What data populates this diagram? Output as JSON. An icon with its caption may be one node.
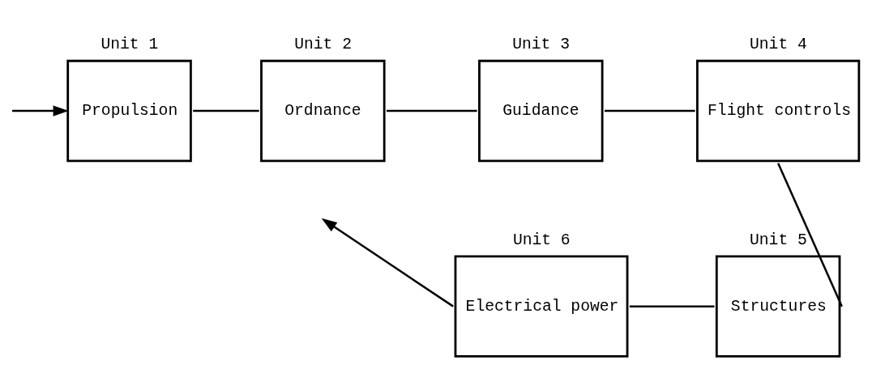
{
  "diagram": {
    "nodes": [
      {
        "text": [
          "Propulsion"
        ],
        "beside": [
          "Unit 1"
        ]
      },
      {
        "text": [
          "Ordnance"
        ],
        "beside": [
          "Unit 2"
        ]
      },
      {
        "text": [
          "Guidance"
        ],
        "beside": [
          "Unit 3"
        ]
      },
      {
        "text": [
          "Flight controls"
        ],
        "beside": [
          "Unit 4"
        ]
      },
      {
        "text": [
          "Structures"
        ],
        "beside": [
          "Unit 5"
        ]
      },
      {
        "text": [
          "Electrical power"
        ],
        "beside": [
          "Unit 6"
        ]
      }
    ],
    "edges": [
      {
        "from": null,
        "to": 0,
        "arrow": "to"
      },
      {
        "from": 0,
        "to": 1,
        "arrow": "none"
      },
      {
        "from": 1,
        "to": 2,
        "arrow": "none"
      },
      {
        "from": 2,
        "to": 3,
        "arrow": "none"
      },
      {
        "from": 3,
        "to": 4,
        "arrow": "none"
      },
      {
        "from": 4,
        "to": 5,
        "arrow": "none"
      },
      {
        "from": 5,
        "to": null,
        "arrow": "to"
      }
    ]
  }
}
